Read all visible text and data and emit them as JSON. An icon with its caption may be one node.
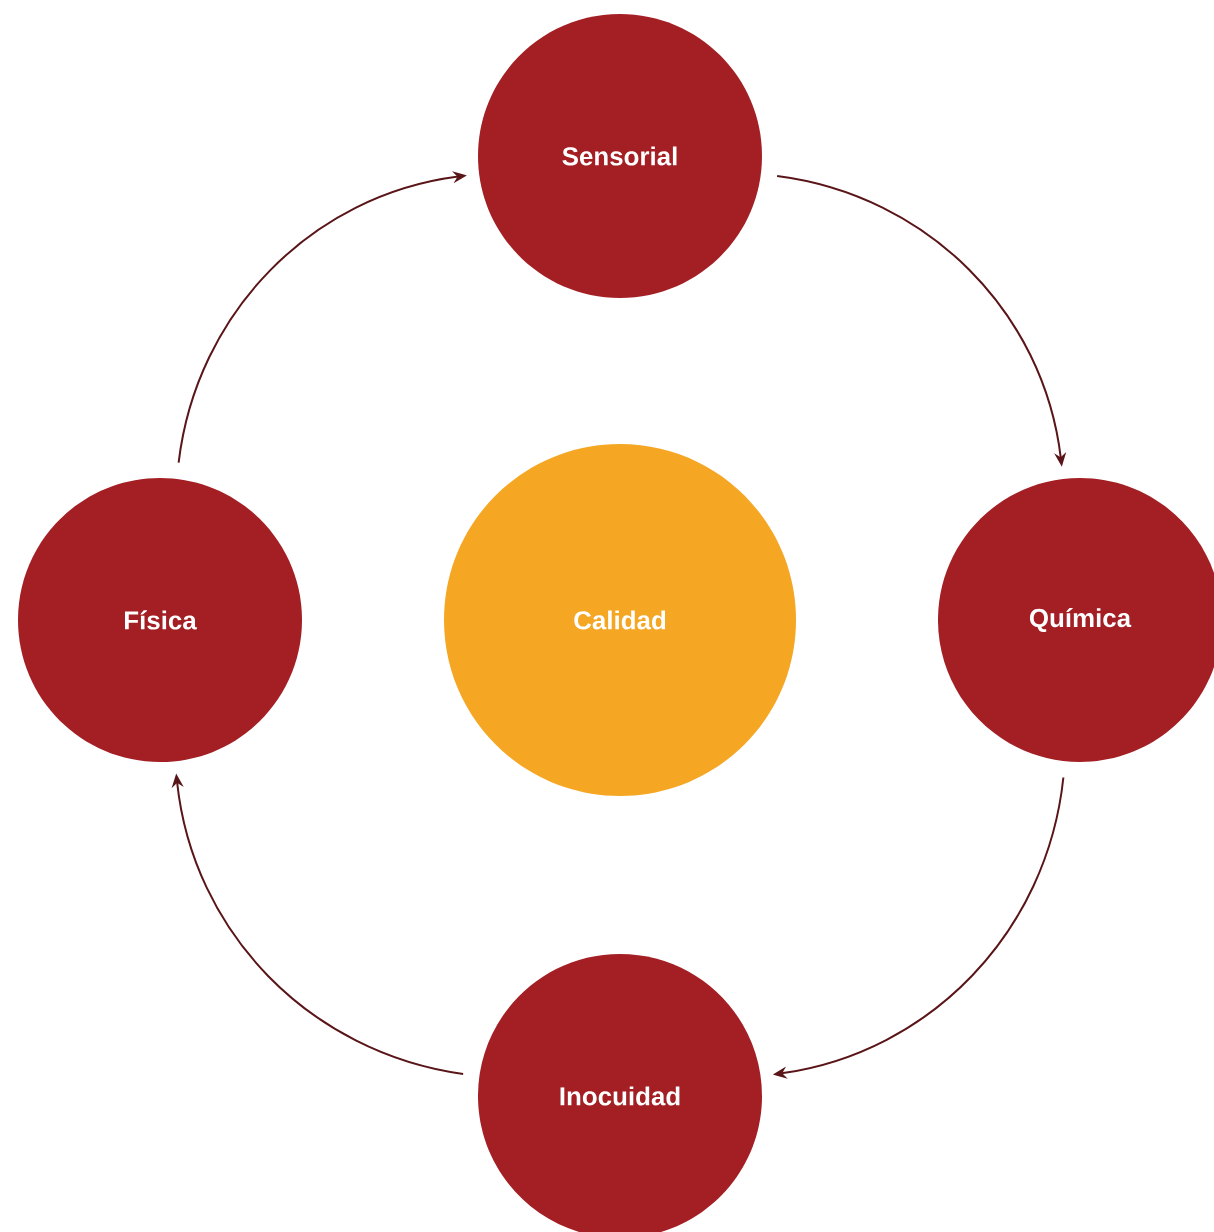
{
  "diagram": {
    "nodes": [
      {
        "text": [
          "Sensorial"
        ]
      },
      {
        "text": [
          "Física"
        ]
      },
      {
        "text": [
          "Calidad"
        ]
      },
      {
        "text": [
          "Química"
        ]
      },
      {
        "text": [
          "Inocuidad"
        ]
      }
    ],
    "edges": [
      {
        "from": 1,
        "to": 0,
        "arrow": "to"
      },
      {
        "from": 0,
        "to": 3,
        "arrow": "to"
      },
      {
        "from": 3,
        "to": 4,
        "arrow": "to"
      },
      {
        "from": 4,
        "to": 1,
        "arrow": "to"
      }
    ]
  }
}
